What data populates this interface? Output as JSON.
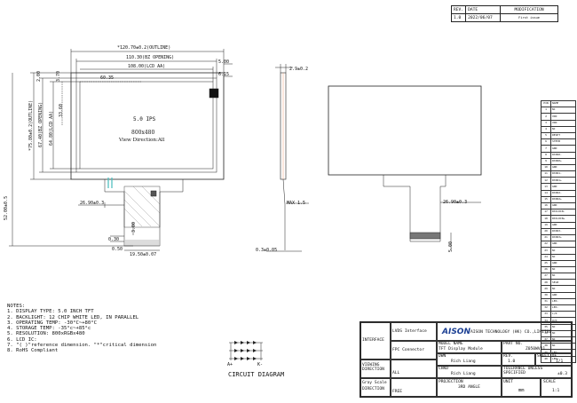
{
  "revision_table": {
    "headers": [
      "REV.",
      "DATE",
      "MODIFICATION"
    ],
    "row": [
      "1.0",
      "2022/06/07",
      "First issue"
    ]
  },
  "front_view": {
    "dims": {
      "outline_width": "*120.70±0.2(OUTLINE)",
      "bz_opening_width": "110.30(BZ OPENING)",
      "lcd_aa_width": "108.00(LCD AA)",
      "aa_center_x": "60.35",
      "right_gap": "5.00",
      "right_gap2": "6.15",
      "top_gap": "2.00",
      "top_gap2": "3.70",
      "outline_height": "*75.80±0.2(OUTLINE)",
      "bz_opening_height": "67.40(BZ OPENING)",
      "lcd_aa_height": "64.80(LCD AA)",
      "aa_center_y": "33.60",
      "fpc_total_length": "52.00±0.5",
      "fpc_offset": "26.90±0.3",
      "fpc_pitch": "0.30",
      "fpc_pin_width": "0.50",
      "fpc_width": "19.50±0.07",
      "fpc_gold_length": "3.00"
    },
    "screen_labels": {
      "size": "5.0  IPS",
      "resolution": "800x480",
      "view": "View Direction:All"
    }
  },
  "side_view": {
    "thickness": "2.9±0.2",
    "max_fpc": "MAX 1.5",
    "fpc_thickness": "0.3±0.05"
  },
  "back_view": {
    "fpc_offset": "26.90±0.3",
    "fpc_length": "5.00"
  },
  "pin_table": {
    "headers": [
      "PIN",
      "NAME"
    ],
    "rows": [
      [
        "1",
        "NC"
      ],
      [
        "2",
        "VDD"
      ],
      [
        "3",
        "VDD"
      ],
      [
        "4",
        "NC"
      ],
      [
        "5",
        "RESET"
      ],
      [
        "6",
        "STBYB"
      ],
      [
        "7",
        "GND"
      ],
      [
        "8",
        "RXIN0-"
      ],
      [
        "9",
        "RXIN0+"
      ],
      [
        "10",
        "GND"
      ],
      [
        "11",
        "RXIN1-"
      ],
      [
        "12",
        "RXIN1+"
      ],
      [
        "13",
        "GND"
      ],
      [
        "14",
        "RXIN2-"
      ],
      [
        "15",
        "RXIN2+"
      ],
      [
        "16",
        "GND"
      ],
      [
        "17",
        "RXCLKIN-"
      ],
      [
        "18",
        "RXCLKIN+"
      ],
      [
        "19",
        "GND"
      ],
      [
        "20",
        "RXIN3-"
      ],
      [
        "21",
        "RXIN3+"
      ],
      [
        "22",
        "GND"
      ],
      [
        "23",
        "NC"
      ],
      [
        "24",
        "NC"
      ],
      [
        "25",
        "GND"
      ],
      [
        "26",
        "NC"
      ],
      [
        "27",
        "NC"
      ],
      [
        "28",
        "SELB"
      ],
      [
        "29",
        "NC"
      ],
      [
        "30",
        "GND"
      ],
      [
        "31",
        "LED-"
      ],
      [
        "32",
        "LED-"
      ],
      [
        "33",
        "L/R"
      ],
      [
        "34",
        "U/D"
      ],
      [
        "35",
        "NC"
      ],
      [
        "36",
        "NC"
      ],
      [
        "37",
        "NC"
      ],
      [
        "38",
        "NC"
      ],
      [
        "39",
        "LED+"
      ],
      [
        "40",
        "LED+"
      ]
    ]
  },
  "notes": {
    "title": "NOTES:",
    "items": [
      "1. DISPLAY TYPE: 5.0 INCH TFT",
      "2. BACKLIGHT: 12 CHIP WHITE LED, IN PARALLEL",
      "3. OPERATING TEMP: -30°C~+80°C",
      "4. STORAGE TEMP: -35°c~+85°c",
      "5. RESOLUTION: 800xRGBx480",
      "6. LCD IC:",
      "7. \"( )\"reference dimension. \"*\"critical dimension",
      "8. RoHS Compliant"
    ]
  },
  "circuit": {
    "title": "CIRCUIT DIAGRAM",
    "anode": "A+",
    "cathode": "K-"
  },
  "title_block": {
    "interface_label": "INTERFACE",
    "interface_value": "LVDS Interface",
    "connector": "FPC Connector",
    "logo_text": "AISON",
    "company": "AISON TECHNOLOGY (HK) CO.,LIMITED",
    "model_name_label": "MODEL NAME",
    "model_name": "TFT Display Module",
    "part_no_label": "PART NO.",
    "part_no": "Z050WV21",
    "drwn_label": "DWN",
    "drwn": "Rich Liang",
    "rev_label": "REV.",
    "rev": "1.0",
    "sheet_label": "SHEET OF",
    "sheet": "1/1",
    "viewing_label": "VIEWING DIRECTION",
    "viewing": "ALL",
    "chkd_label": "CHKD",
    "chkd": "Rich Liang",
    "tolerance_label": "TOLERANCE UNLESS SPECIFIED",
    "tolerance": "±0.3",
    "gray_label": "Gray Scale DIRECTION",
    "gray": "FREE",
    "projection_label": "PROJECTION",
    "projection": "3RD ANGLE",
    "unit_label": "UNIT",
    "unit": "mm",
    "scale_label": "SCALE",
    "scale": "1:1"
  }
}
